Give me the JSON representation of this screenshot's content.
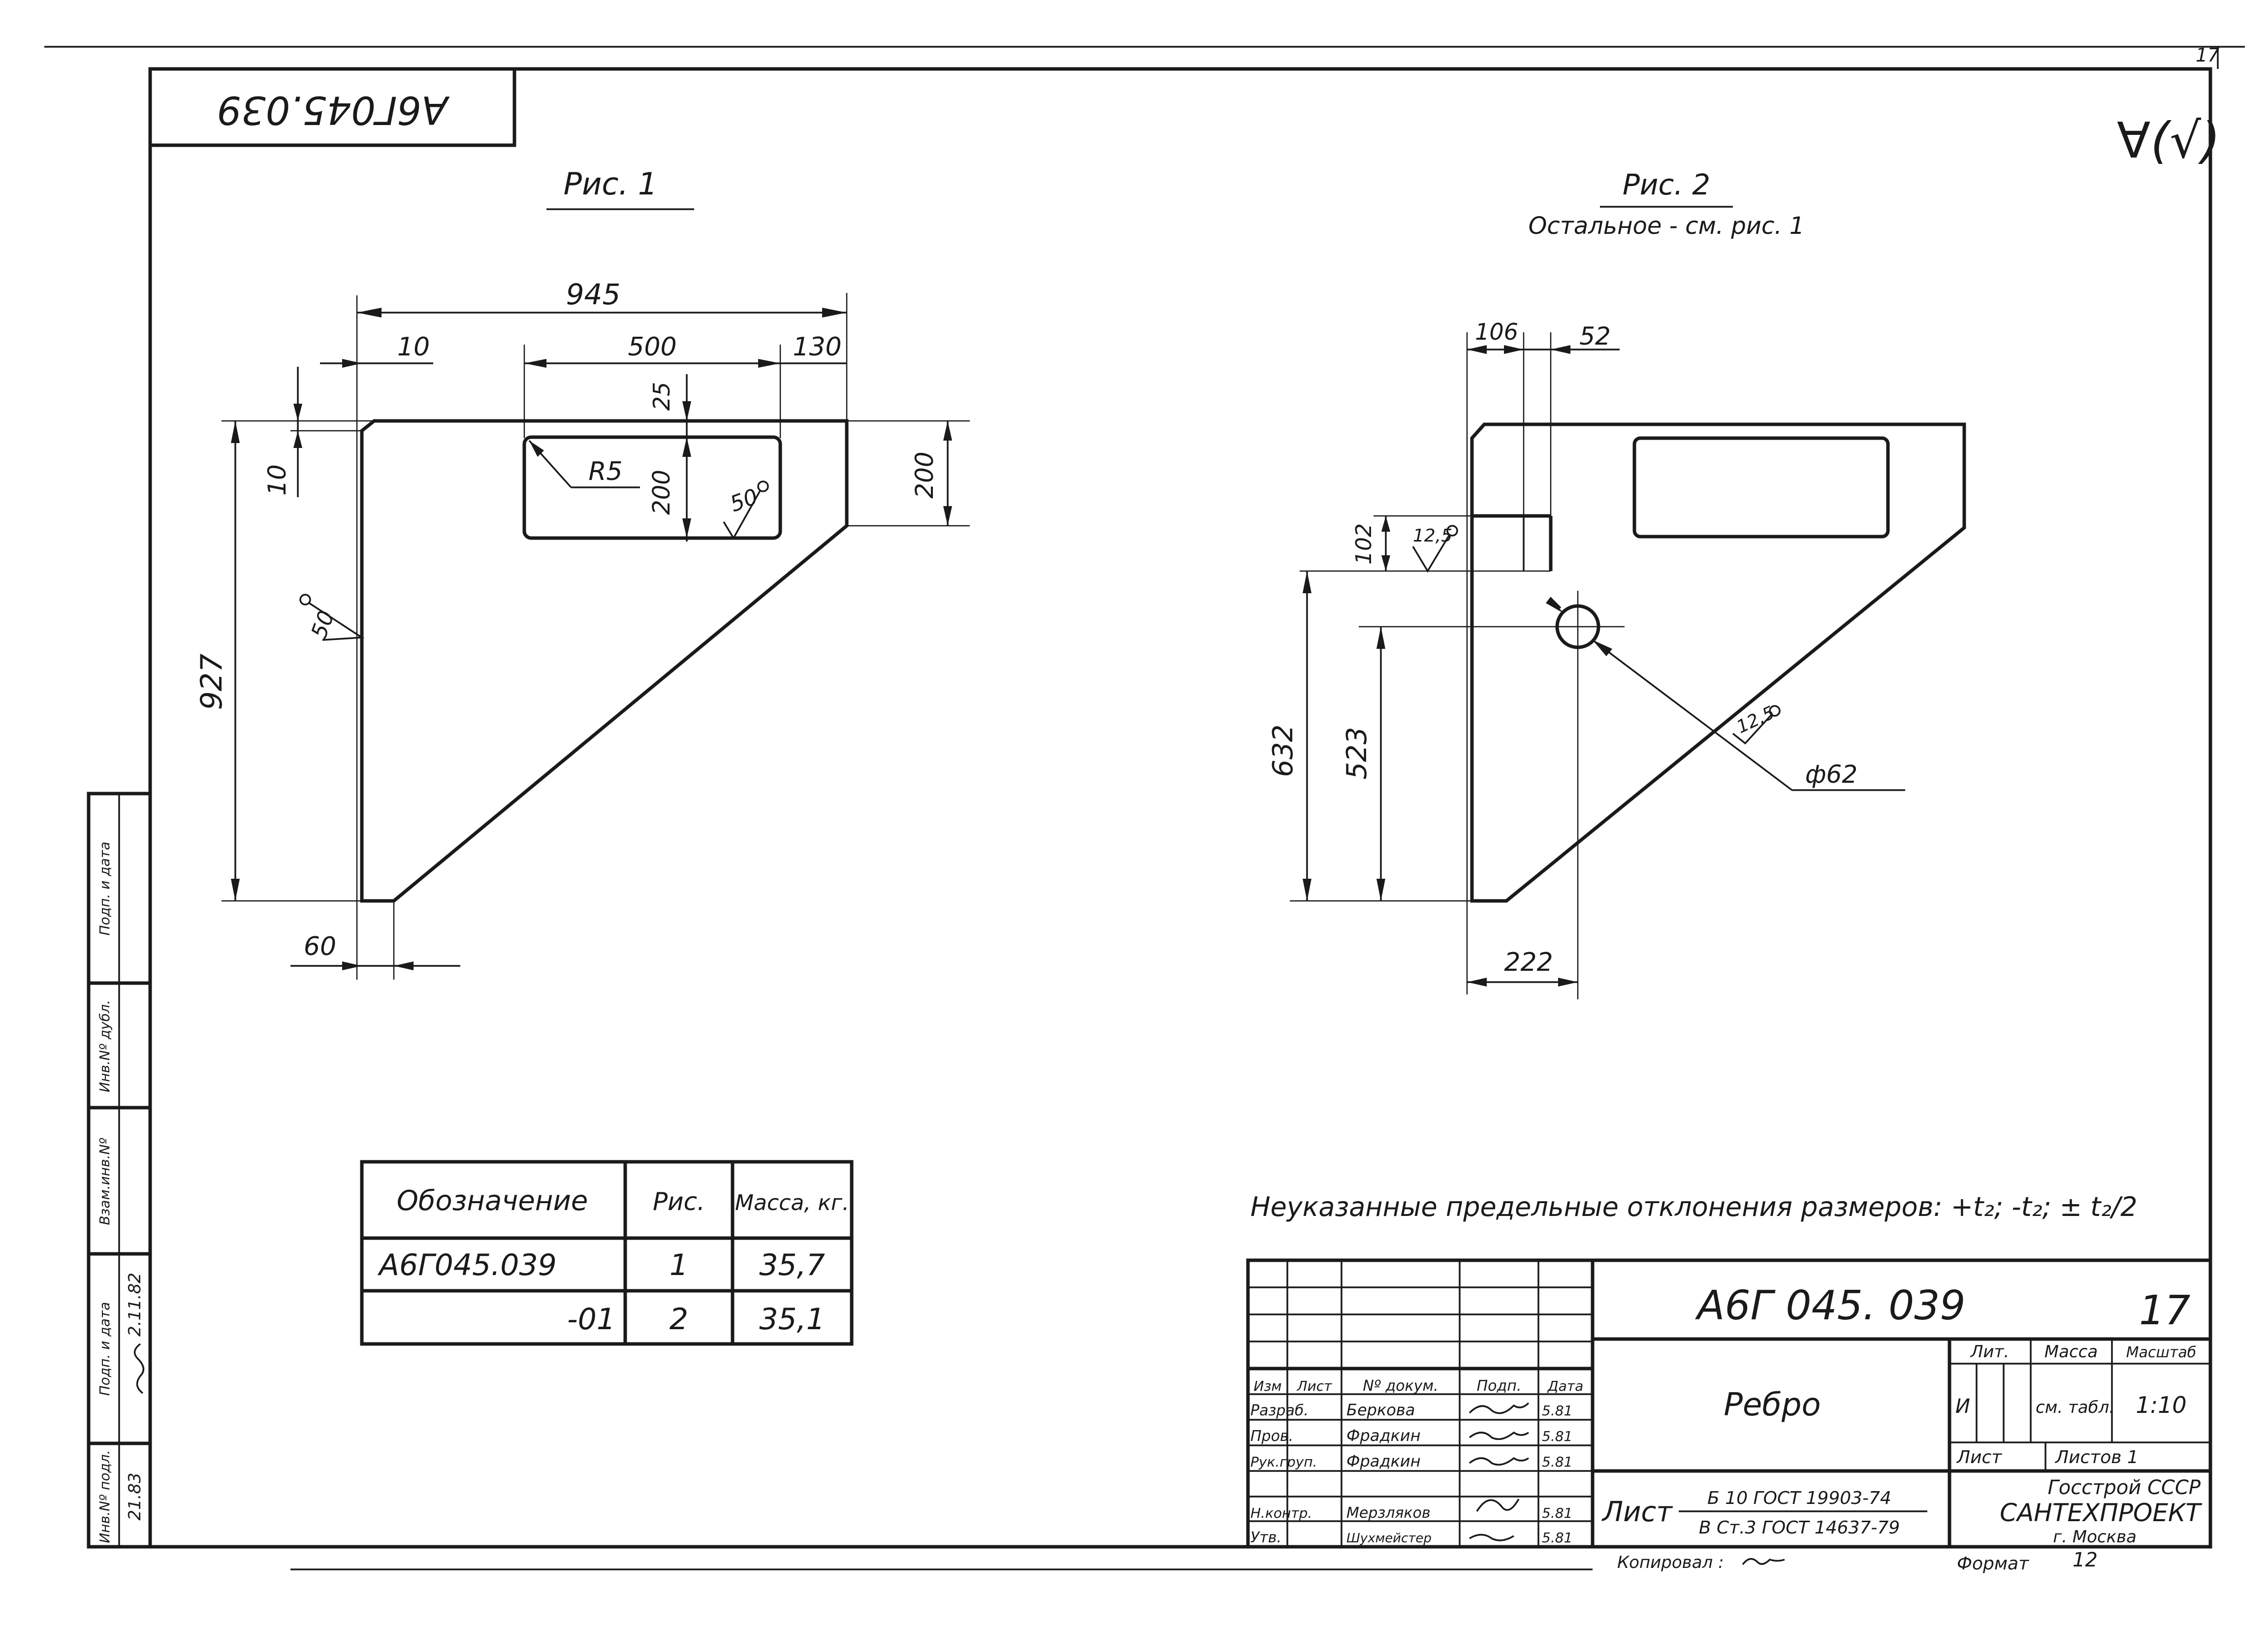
{
  "corner_stamp": "А6Г045.039",
  "sheet_mark_top": "17",
  "roughness_mark": "∀(√)",
  "fig1": {
    "title": "Рис. 1",
    "dims": {
      "total_width": "945",
      "edge_left": "10",
      "slot_length": "500",
      "edge_right": "130",
      "slot_top": "25",
      "top_chamfer": "10",
      "slot_radius": "R5",
      "slot_height": "200",
      "right_height": "200",
      "total_height": "927",
      "bottom_width": "60"
    },
    "roughness": [
      "50",
      "50"
    ]
  },
  "fig2": {
    "title": "Рис. 2",
    "subtitle": "Остальное - см. рис. 1",
    "dims": {
      "offset_a": "106",
      "offset_b": "52",
      "notch_height": "102",
      "hole_center_y": "523",
      "notch_y": "632",
      "hole_x": "222",
      "hole_dia": "ф62"
    },
    "roughness": [
      "12,5",
      "12,5"
    ]
  },
  "spec_table": {
    "headers": [
      "Обозначение",
      "Рис.",
      "Масса, кг."
    ],
    "rows": [
      [
        "А6Г045.039",
        "1",
        "35,7"
      ],
      [
        "-01",
        "2",
        "35,1"
      ]
    ]
  },
  "tolerance_note": "Неуказанные предельные отклонения размеров: +t₂; -t₂; ± t₂/2",
  "title_block": {
    "designation": "А6Г 045. 039",
    "sheet_big": "17",
    "part_name": "Ребро",
    "col_headers": [
      "Изм",
      "Лист",
      "Nº докум.",
      "Подп.",
      "Дата"
    ],
    "roles": [
      "Разраб.",
      "Пров.",
      "Рук.груп.",
      "",
      "Н.контр.",
      "Утв."
    ],
    "names": [
      "Беркова",
      "Фрадкин",
      "Фрадкин",
      "",
      "Мерзляков",
      "Шухмейстер"
    ],
    "dates": [
      "5.81",
      "5.81",
      "5.81",
      "",
      "5.81",
      "5.81"
    ],
    "lit_label": "Лит.",
    "mass_label": "Масса",
    "scale_label": "Масштаб",
    "lit_value": "И",
    "mass_value": "см. табл.",
    "scale_value": "1:10",
    "sheet_label": "Лист",
    "sheets_label": "Листов 1",
    "material_prefix": "Лист",
    "material_num": "Б 10 ГОСТ 19903-74",
    "material_den": "В Ст.3 ГОСТ 14637-79",
    "org1": "Госстрой СССР",
    "org2": "САНТЕХПРОЕКТ",
    "org3": "г. Москва",
    "copied_label": "Копировал :",
    "format_label": "Формат",
    "format_value": "12"
  },
  "side_strip": {
    "labels": [
      "Инв.Nº подл.",
      "Подп. и дата",
      "Взам.инв.Nº",
      "Инв.Nº дубл.",
      "Подп. и дата"
    ],
    "inv_value": "21.83",
    "sign_date": "2.11.82"
  }
}
